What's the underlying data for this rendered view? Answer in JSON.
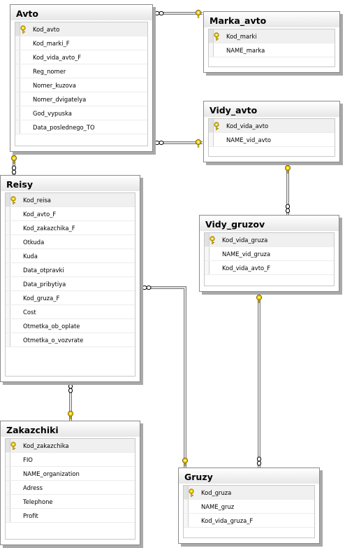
{
  "tables": [
    {
      "id": "avto",
      "name": "Avto",
      "fields": [
        "Kod_avto",
        "Kod_marki_F",
        "Kod_vida_avto_F",
        "Reg_nomer",
        "Nomer_kuzova",
        "Nomer_dvigatelya",
        "God_vypuska",
        "Data_poslednego_TO"
      ]
    },
    {
      "id": "marka_avto",
      "name": "Marka_avto",
      "fields": [
        "Kod_marki",
        "NAME_marka"
      ]
    },
    {
      "id": "vidy_avto",
      "name": "Vidy_avto",
      "fields": [
        "Kod_vida_avto",
        "NAME_vid_avto"
      ]
    },
    {
      "id": "reisy",
      "name": "Reisy",
      "fields": [
        "Kod_reisa",
        "Kod_avto_F",
        "Kod_zakazchika_F",
        "Otkuda",
        "Kuda",
        "Data_otpravki",
        "Data_pribytiya",
        "Kod_gruza_F",
        "Cost",
        "Otmetka_ob_oplate",
        "Otmetka_o_vozvrate"
      ]
    },
    {
      "id": "vidy_gruzov",
      "name": "Vidy_gruzov",
      "fields": [
        "Kod_vida_gruza",
        "NAME_vid_gruza",
        "Kod_vida_avto_F"
      ]
    },
    {
      "id": "zakazchiki",
      "name": "Zakazchiki",
      "fields": [
        "Kod_zakazchika",
        "FIO",
        "NAME_organization",
        "Adress",
        "Telephone",
        "Profit"
      ]
    },
    {
      "id": "gruzy",
      "name": "Gruzy",
      "fields": [
        "Kod_gruza",
        "NAME_gruz",
        "Kod_vida_gruza_F"
      ]
    }
  ],
  "relationships": [
    {
      "from": "avto",
      "to": "marka_avto"
    },
    {
      "from": "avto",
      "to": "vidy_avto"
    },
    {
      "from": "reisy",
      "to": "avto"
    },
    {
      "from": "vidy_gruzov",
      "to": "vidy_avto"
    },
    {
      "from": "reisy",
      "to": "gruzy"
    },
    {
      "from": "zakazchiki",
      "to": "reisy"
    },
    {
      "from": "gruzy",
      "to": "vidy_gruzov"
    }
  ],
  "colors": {
    "key": "#f0d000",
    "border": "#8a8a8a",
    "shadow": "#a9a9a9",
    "connector": "#7a7a7a"
  }
}
